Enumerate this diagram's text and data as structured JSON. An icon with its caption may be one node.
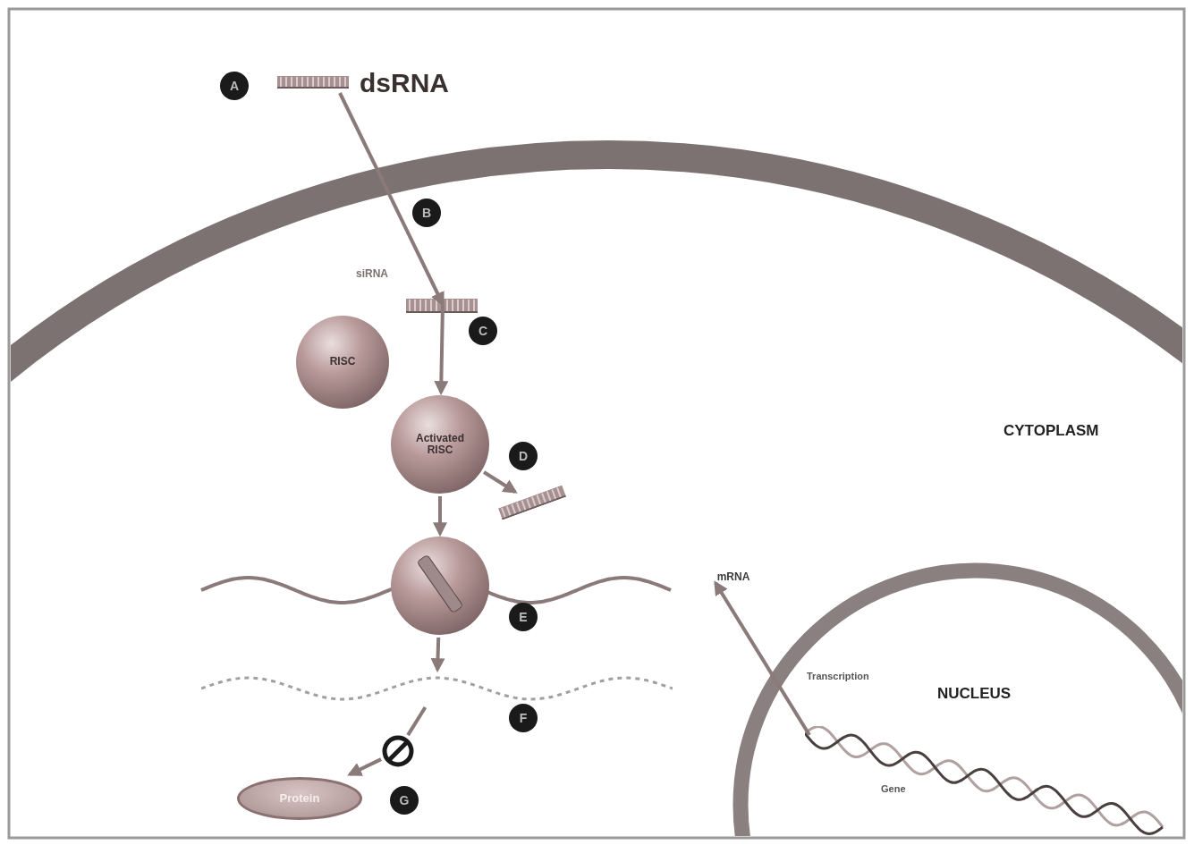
{
  "diagram": {
    "nodes": [
      {
        "text": [
          "dsRNA"
        ]
      },
      {
        "text": [
          "siRNA"
        ]
      },
      {
        "text": [
          "RISC"
        ]
      },
      {
        "text": [
          "Activated RISC"
        ]
      },
      {
        "text": [],
        "shape": "bar"
      },
      {
        "text": [],
        "shape": "circle"
      },
      {
        "text": [],
        "shape": "line"
      },
      {
        "text": [],
        "shape": "circle"
      },
      {
        "text": [
          "Protein"
        ]
      },
      {
        "text": [
          "mRNA"
        ]
      },
      {
        "text": [],
        "shape": "picture"
      }
    ],
    "edges": [
      {
        "from": 0,
        "to": 1,
        "arrow": "to"
      },
      {
        "from": 1,
        "to": 3,
        "arrow": "to"
      },
      {
        "from": 3,
        "to": 4,
        "arrow": "to"
      },
      {
        "from": 3,
        "to": 5,
        "arrow": "to"
      },
      {
        "from": 5,
        "to": 6,
        "arrow": "to"
      },
      {
        "from": 6,
        "to": 7,
        "arrow": "none"
      },
      {
        "from": 7,
        "to": 8,
        "arrow": "to"
      },
      {
        "from": 10,
        "to": 9,
        "arrow": "to"
      }
    ],
    "labels": [
      "A",
      "B",
      "C",
      "D",
      "CYTOPLASM",
      "E",
      "Transcription",
      "NUCLEUS",
      "F",
      "G",
      "Gene"
    ]
  }
}
